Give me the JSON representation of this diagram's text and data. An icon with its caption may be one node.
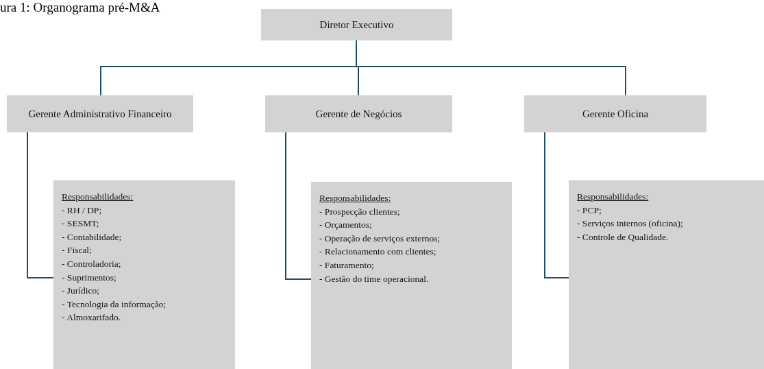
{
  "diagram": {
    "title": "ura 1: Organograma pré-M&A",
    "nodes": [
      {
        "text": [
          "Diretor Executivo"
        ]
      },
      {
        "text": [
          "Gerente Administrativo Financeiro"
        ]
      },
      {
        "text": [
          "Gerente de Negócios"
        ]
      },
      {
        "text": [
          "Gerente Oficina"
        ]
      },
      {
        "text": [
          "Responsabilidades:",
          "- RH / DP;",
          "- SESMT;",
          "- Contabilidade;",
          "- Fiscal;",
          "- Controladoria;",
          "- Suprimentos;",
          "- Jurídico;",
          "- Tecnologia da informação;",
          "- Almoxarifado."
        ]
      },
      {
        "text": [
          "Responsabilidades:",
          "- Prospecção clientes;",
          "- Orçamentos;",
          "- Operação de serviços externos;",
          "- Relacionamento com clientes;",
          "- Faturamento;",
          "- Gestão do time operacional."
        ]
      },
      {
        "text": [
          "Responsabilidades:",
          "- PCP;",
          "- Serviços internos (oficina);",
          "- Controle de Qualidade."
        ]
      }
    ],
    "edges": [
      {
        "from": 0,
        "to": 1,
        "arrow": "none"
      },
      {
        "from": 0,
        "to": 2,
        "arrow": "none"
      },
      {
        "from": 0,
        "to": 3,
        "arrow": "none"
      },
      {
        "from": 1,
        "to": 4,
        "arrow": "none"
      },
      {
        "from": 2,
        "to": 5,
        "arrow": "none"
      },
      {
        "from": 3,
        "to": 6,
        "arrow": "none"
      }
    ]
  }
}
